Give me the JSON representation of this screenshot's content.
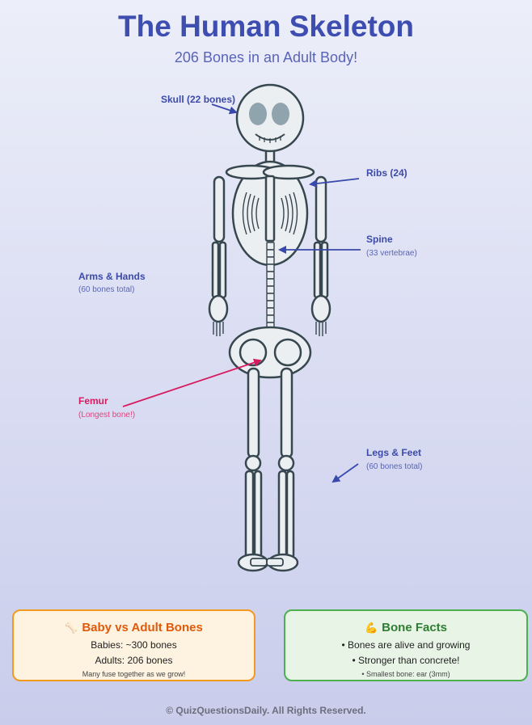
{
  "header": {
    "title": "The Human Skeleton",
    "subtitle": "206 Bones in an Adult Body!"
  },
  "labels": {
    "skull": "Skull (22 bones)",
    "ribs": "Ribs (24)",
    "spine": "Spine",
    "spine_sub": "(33 vertebrae)",
    "arms": "Arms & Hands",
    "arms_sub": "(60 bones total)",
    "femur": "Femur",
    "femur_sub": "(Longest bone!)",
    "legs": "Legs & Feet",
    "legs_sub": "(60 bones total)"
  },
  "cards": {
    "baby": {
      "icon": "bone-icon",
      "emoji": "🦴",
      "title": "Baby vs Adult Bones",
      "line1": "Babies: ~300 bones",
      "line2": "Adults: 206 bones",
      "note": "Many fuse together as we grow!"
    },
    "facts": {
      "icon": "flexed-bicep-icon",
      "emoji": "💪",
      "title": "Bone Facts",
      "line1": "• Bones are alive and growing",
      "line2": "• Stronger than concrete!",
      "note": "• Smallest bone: ear (3mm)"
    }
  },
  "footer": {
    "copyright": "© QuizQuestionsDaily. All Rights Reserved."
  },
  "colors": {
    "title": "#3e4db0",
    "arrow": "#3949ab",
    "femur_arrow": "#d81b60",
    "bone_fill": "#eceff1",
    "bone_stroke": "#37474f",
    "orange_border": "#f29a1f",
    "green_border": "#4caf50"
  }
}
